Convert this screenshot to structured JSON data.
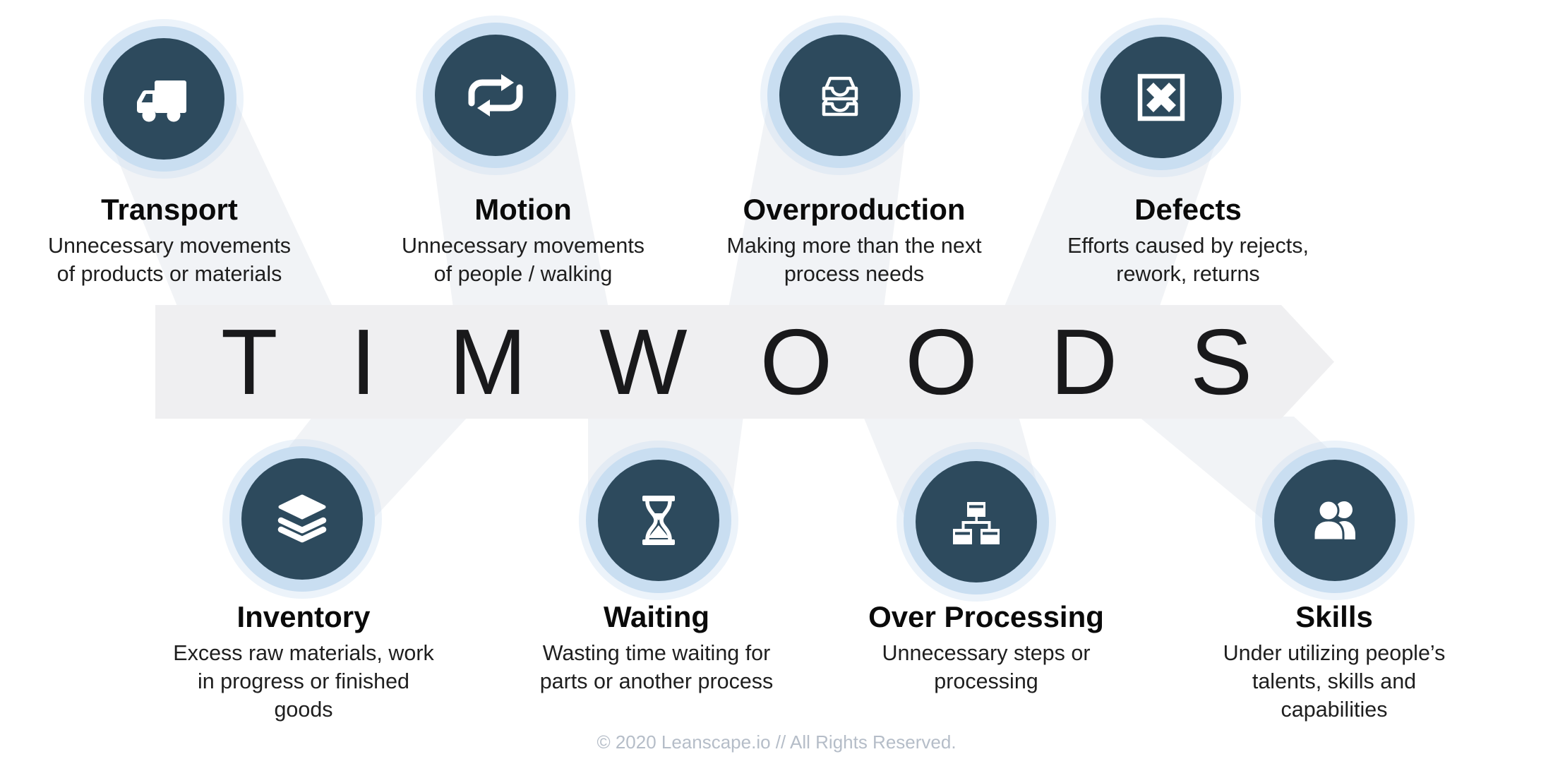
{
  "banner": {
    "acronym": "TIMWOODS",
    "display": "TIMWOODS"
  },
  "footer": {
    "copyright": "© 2020 Leanscape.io // All Rights Reserved."
  },
  "colors": {
    "circle_fill": "#2d4a5d",
    "circle_ring": "#c9def1",
    "banner_bg": "#efeff1",
    "beam": "#f1f3f6",
    "title_text": "#0a0a0a",
    "body_text": "#1e1e1e",
    "footer_text": "#b5bdc8"
  },
  "wastes": [
    {
      "letter": "T",
      "title": "Transport",
      "description": "Unnecessary movements\nof products or materials",
      "icon": "truck-icon",
      "row": "top"
    },
    {
      "letter": "M",
      "title": "Motion",
      "description": "Unnecessary movements\nof people / walking",
      "icon": "repeat-icon",
      "row": "top"
    },
    {
      "letter": "O",
      "title": "Overproduction",
      "description": "Making more than the next\nprocess needs",
      "icon": "inbox-stack-icon",
      "row": "top"
    },
    {
      "letter": "D",
      "title": "Defects",
      "description": "Efforts caused by rejects,\nrework, returns",
      "icon": "x-square-icon",
      "row": "top"
    },
    {
      "letter": "I",
      "title": "Inventory",
      "description": "Excess raw materials, work\nin progress or finished\ngoods",
      "icon": "layers-icon",
      "row": "bottom"
    },
    {
      "letter": "W",
      "title": "Waiting",
      "description": "Wasting time waiting for\nparts or another process",
      "icon": "hourglass-icon",
      "row": "bottom"
    },
    {
      "letter": "O",
      "title": "Over Processing",
      "description": "Unnecessary steps or\nprocessing",
      "icon": "org-chart-icon",
      "row": "bottom"
    },
    {
      "letter": "S",
      "title": "Skills",
      "description": "Under utilizing people’s\ntalents, skills and\ncapabilities",
      "icon": "people-icon",
      "row": "bottom"
    }
  ]
}
